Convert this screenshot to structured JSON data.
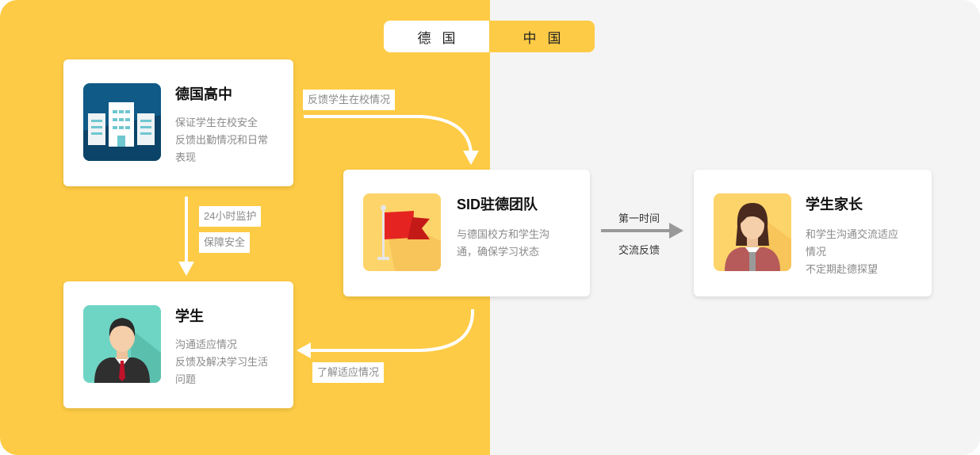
{
  "tabs": {
    "germany": "德国",
    "china": "中国"
  },
  "cards": {
    "school": {
      "title": "德国高中",
      "desc_lines": [
        "保证学生在校安全",
        "反馈出勤情况和日常",
        "表现"
      ],
      "icon": "buildings-icon"
    },
    "team": {
      "title": "SID驻德团队",
      "desc_lines": [
        "与德国校方和学生沟",
        "通，确保学习状态"
      ],
      "icon": "red-flag-icon"
    },
    "student": {
      "title": "学生",
      "desc_lines": [
        "沟通适应情况",
        "反馈及解决学习生活",
        "问题"
      ],
      "icon": "male-student-avatar-icon"
    },
    "parent": {
      "title": "学生家长",
      "desc_lines": [
        "和学生沟通交流适应",
        "情况",
        "不定期赴德探望"
      ],
      "icon": "female-parent-avatar-icon"
    }
  },
  "flow_labels": {
    "school_to_team": "反馈学生在校情况",
    "monitor_1": "24小时监护",
    "monitor_2": "保障安全",
    "team_to_student": "了解适应情况",
    "team_to_parent_top": "第一时间",
    "team_to_parent_bottom": "交流反馈"
  },
  "colors": {
    "yellow": "#fdcb45",
    "gray_bg": "#f4f4f4",
    "arrow_gray": "#999999"
  }
}
